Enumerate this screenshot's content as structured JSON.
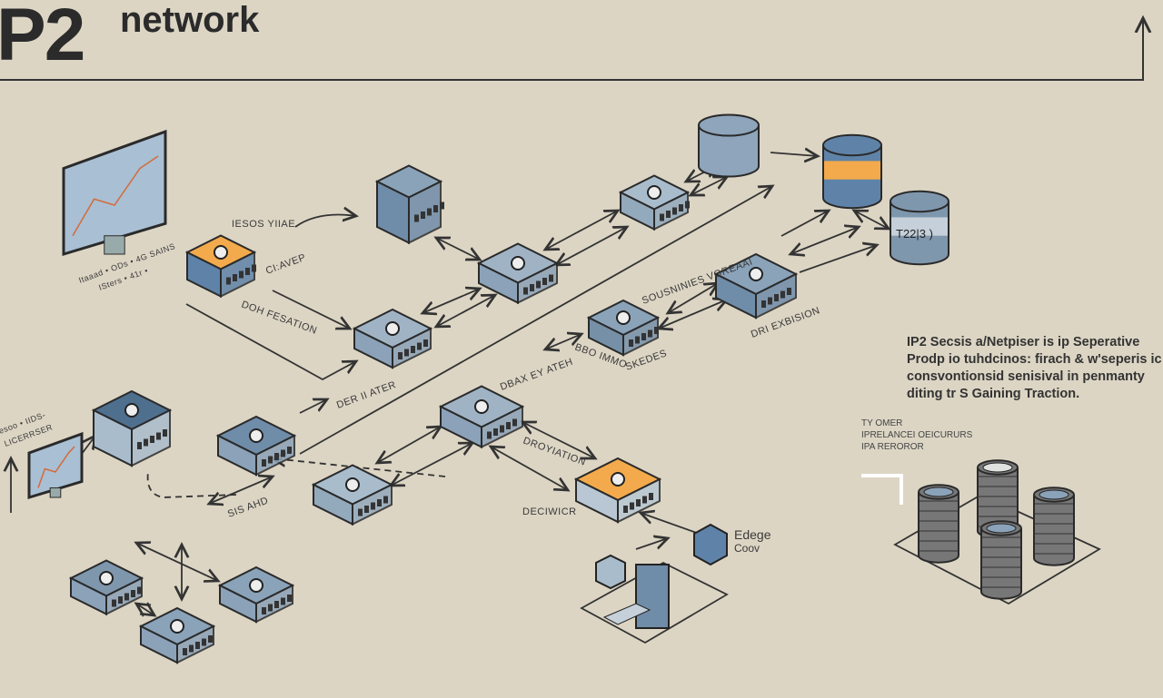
{
  "header": {
    "prefix": "P2",
    "title": "network"
  },
  "description": [
    "IP2 Secsis a/Netpiser is ip Seperative",
    "Prodp io tuhdcinos: firach & w'seperis ic",
    "consvontionsid senisival in penmanty",
    "diting tr S Gaining Traction."
  ],
  "legend": [
    "TY OMER",
    "IPRELANCEI OEICURURS",
    "IPA REROROR"
  ],
  "labels": {
    "router_top": "IESOS YIIAE",
    "wifi_side": "CI:AVEP",
    "wifi_bottom": "DOH FESATION",
    "monitor_a": "Itaaad • ODs • 4G SAINS",
    "monitor_b": "ISters • 41r •",
    "deriiater": "DER II ATER",
    "dbax": "DBAX EY ATEH",
    "bbo": "BBO IMMO",
    "skedes": "SKEDES",
    "sousnines": "SOUSNINIES VOREAAI",
    "dri": "DRI EXBISION",
    "droyiation": "DROYIATION",
    "deciwicr": "DECIWICR",
    "edge_1": "Edege",
    "edge_2": "Coov",
    "sisahd": "SIS AHD",
    "left_1": "esoo • IIDS-",
    "left_2": "LICERRSER",
    "db_label": "T22|3 )"
  },
  "colors": {
    "background": "#dcd5c4",
    "device_blue": "#7f97ad",
    "device_dark": "#4f6f8f",
    "accent_orange": "#f2aa4c",
    "line": "#333333"
  }
}
